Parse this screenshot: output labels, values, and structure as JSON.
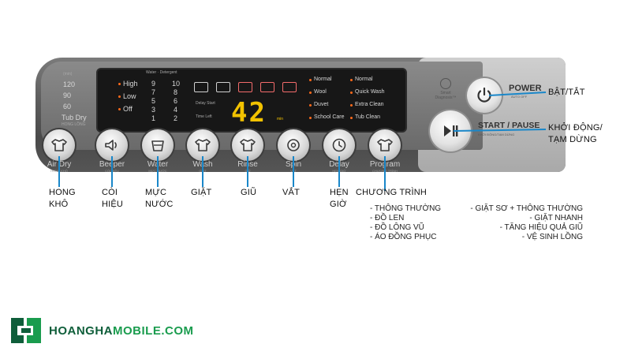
{
  "panel": {
    "dry_header": "(min)",
    "dry_options": [
      "120",
      "90",
      "60"
    ],
    "tub_dry": "Tub Dry",
    "tub_dry_sub": "HONG LỒNG",
    "water_header": "Water · Detergent",
    "water_levels": [
      {
        "num": "9",
        "label": "High"
      },
      {
        "num": "7",
        "label": "Low"
      },
      {
        "num": "5",
        "label": "Off"
      },
      {
        "num": "3",
        "label": ""
      },
      {
        "num": "1",
        "label": ""
      }
    ],
    "water_levels_right": [
      "10",
      "8",
      "6",
      "4",
      "2"
    ],
    "delay_label": "Delay Start",
    "time_left_label": "Time Left",
    "display_digits": "42",
    "display_unit": "min",
    "courses_mid": [
      "Normal",
      "Wool",
      "Duvet",
      "School Care"
    ],
    "courses_right": [
      "Normal",
      "Quick Wash",
      "Extra Clean",
      "Tub Clean"
    ],
    "smart_diagnosis": "Smart Diagnosis™",
    "power_label": "POWER",
    "power_sub": "AUTO OFF",
    "start_label": "START / PAUSE",
    "start_sub": "KHỞI ĐỘNG/TẠM DỪNG"
  },
  "buttons": [
    {
      "name": "air-dry",
      "label": "Air Dry",
      "sub": "HONG KHÔ",
      "icon": "shirt-icon"
    },
    {
      "name": "beeper",
      "label": "Beeper",
      "sub": "CÒI HIỆU",
      "icon": "speaker-icon"
    },
    {
      "name": "water",
      "label": "Water",
      "sub": "MỰC NƯỚC",
      "icon": "bucket-icon"
    },
    {
      "name": "wash",
      "label": "Wash",
      "sub": "GIẶT",
      "icon": "shirt-icon"
    },
    {
      "name": "rinse",
      "label": "Rinse",
      "sub": "GIŨ",
      "icon": "shirt-icon"
    },
    {
      "name": "spin",
      "label": "Spin",
      "sub": "VẮT",
      "icon": "spin-icon"
    },
    {
      "name": "delay",
      "label": "Delay",
      "sub": "HẸN GIỜ",
      "icon": "clock-icon"
    },
    {
      "name": "program",
      "label": "Program",
      "sub": "CHƯƠNG TRÌNH",
      "icon": "shirt-icon"
    }
  ],
  "annotations": {
    "hong_kho": [
      "HONG",
      "KHÔ"
    ],
    "coi_hieu": [
      "CÒI",
      "HIỆU"
    ],
    "muc_nuoc": [
      "MỰC",
      "NƯỚC"
    ],
    "giat": "GIẶT",
    "giu": "GIŨ",
    "vat": "VẮT",
    "hen_gio": [
      "HẸN",
      "GIỜ"
    ],
    "chuong_trinh": "CHƯƠNG TRÌNH",
    "bat_tat": "BẬT/TẮT",
    "khoi_dong": [
      "KHỞI ĐỘNG/",
      "TẠM DỪNG"
    ]
  },
  "programs_left": [
    "- THÔNG THƯỜNG",
    "- ĐỒ LEN",
    "- ĐỒ LÔNG VŨ",
    "- ÁO ĐỒNG PHỤC"
  ],
  "programs_right": [
    "- GIẶT SƠ + THÔNG THƯỜNG",
    "- GIẶT NHANH",
    "- TĂNG HIỆU QUẢ GIŨ",
    "- VỆ SINH LỒNG"
  ],
  "brand": {
    "part1": "HOANGHA",
    "part2": "MOBILE.COM",
    "color1": "#0f5e3a",
    "color2": "#1a9c4e"
  },
  "colors": {
    "arrow": "#1a87c9",
    "led": "#ff6a1a",
    "digits": "#f2c200"
  }
}
